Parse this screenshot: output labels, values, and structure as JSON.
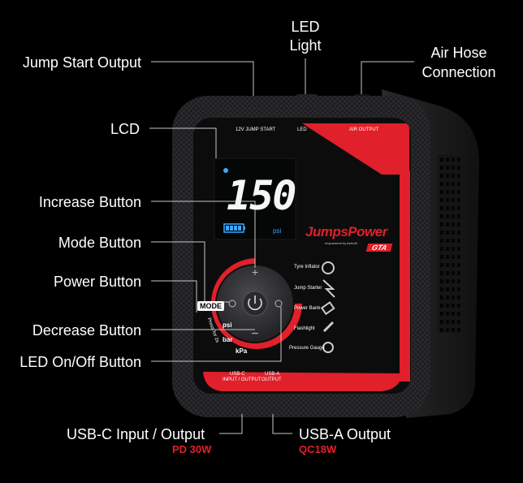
{
  "callouts": {
    "jump_start_output": "Jump Start Output",
    "led_light_line1": "LED",
    "led_light_line2": "Light",
    "air_hose_line1": "Air Hose",
    "air_hose_line2": "Connection",
    "lcd": "LCD",
    "increase_button": "Increase Button",
    "mode_button": "Mode Button",
    "power_button": "Power Button",
    "decrease_button": "Decrease Button",
    "led_onoff_button": "LED On/Off Button",
    "usb_c": "USB-C Input / Output",
    "usb_c_sub": "PD 30W",
    "usb_a": "USB-A Output",
    "usb_a_sub": "QC18W"
  },
  "device": {
    "top_port_label": "12V JUMP START",
    "top_led_label": "LED",
    "top_air_label": "AIR OUTPUT",
    "lcd_value": "150",
    "lcd_unit": "psi",
    "brand": "JumpsPower",
    "brand_sub": "empowered by AstroAI",
    "model_badge": "GTA",
    "mode_tag": "MODE",
    "ring_psi": "psi",
    "ring_bar": "bar",
    "ring_kpa": "kPa",
    "ring_side": "Press for 2s",
    "bottom_usbc_line1": "USB-C",
    "bottom_usbc_line2": "INPUT / OUTPUT",
    "bottom_usba_line1": "USB-A",
    "bottom_usba_line2": "OUTPUT",
    "features": [
      "Tyre Inflator",
      "Jump Starter",
      "Power Bank",
      "Flashlight",
      "Pressure Gauge"
    ]
  },
  "colors": {
    "accent_red": "#e0202a",
    "lcd_blue": "#3aa9ff",
    "body_dark": "#1c1c1e"
  }
}
